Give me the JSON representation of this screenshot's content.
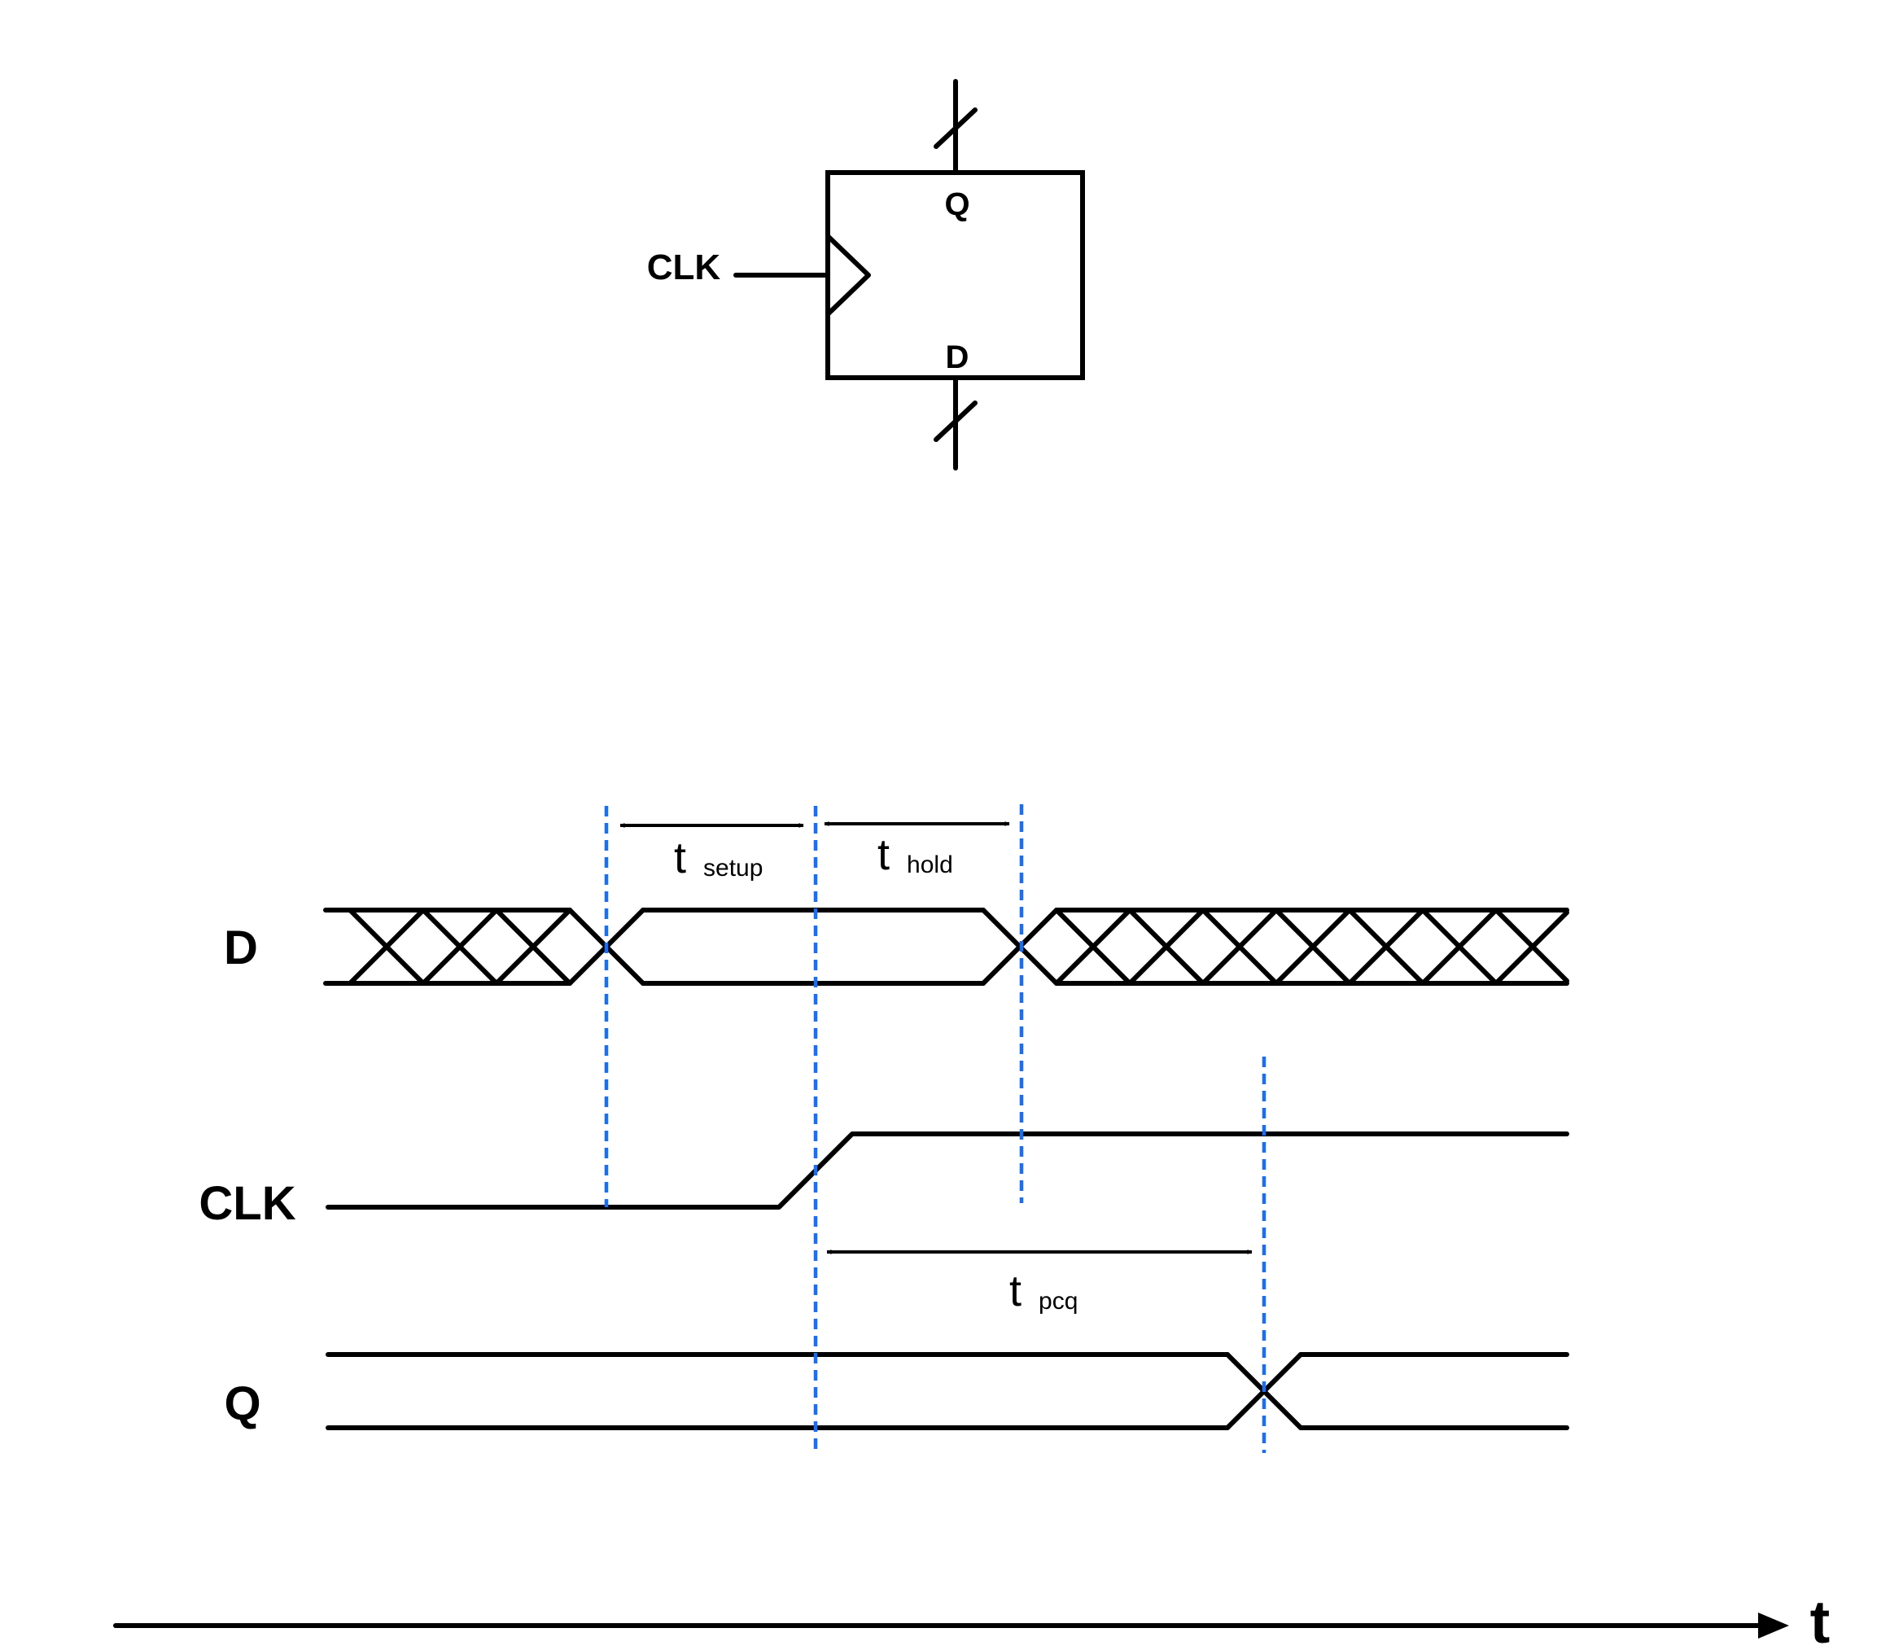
{
  "flipflop": {
    "clk_label": "CLK",
    "q_label": "Q",
    "d_label": "D"
  },
  "waveforms": {
    "d_label": "D",
    "clk_label": "CLK",
    "q_label": "Q"
  },
  "timing": {
    "setup": {
      "main": "t",
      "sub": "setup"
    },
    "hold": {
      "main": "t",
      "sub": "hold"
    },
    "pcq": {
      "main": "t",
      "sub": "pcq"
    }
  },
  "time_axis": {
    "label": "t"
  },
  "colors": {
    "line": "#000000",
    "guide": "#1a6ef5",
    "background": "#ffffff"
  }
}
